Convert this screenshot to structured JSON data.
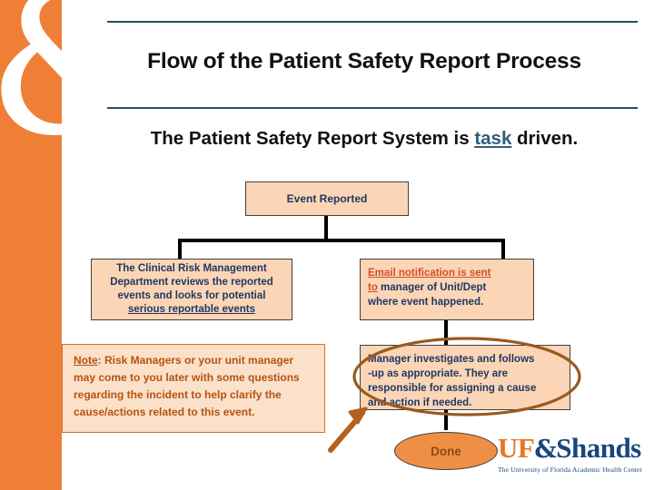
{
  "slide": {
    "title": "Flow of the Patient Safety Report Process",
    "subtitle_before": "The Patient Safety Report System is ",
    "subtitle_keyword": "task",
    "subtitle_after": " driven."
  },
  "colors": {
    "brand_orange": "#ef7f37",
    "rule_teal": "#1f5361",
    "box_fill_peach": "#fbd5b5",
    "box_text_navy": "#1f3864",
    "note_text_brown": "#b4540f",
    "note_border_orange": "#d2702a",
    "link_orange": "#d0502a",
    "keyword_blue": "#2e5d7d",
    "done_fill": "#ef8f46",
    "done_text": "#8c4a16",
    "logo_orange": "#e77726",
    "logo_blue": "#17467c",
    "annotation_brown": "#9a5a1e"
  },
  "flow": {
    "event_box": {
      "label": "Event Reported"
    },
    "crm_box": {
      "line1": "The Clinical Risk Management",
      "line2": "Department reviews the reported",
      "line3": "events and looks for potential",
      "line4_underlined": "serious reportable events"
    },
    "email_box": {
      "link_part1": "Email notification is sent",
      "link_part2": "to",
      "rest1": " manager of Unit/Dept",
      "rest2": "where event happened."
    },
    "note_box": {
      "label_underlined": "Note",
      "text": ":  Risk Managers or your unit manager may come to you later with some questions regarding the incident to help clarify the cause/actions related to this event."
    },
    "manager_box": {
      "line1": "Manager investigates and follows",
      "line2": "-up as appropriate. They are",
      "line3": "responsible for assigning a cause",
      "line4": "and action if needed."
    },
    "done_button": {
      "label": "Done"
    }
  },
  "annotations": {
    "ellipse_name": "hand-drawn-ellipse-around-manager-box",
    "arrow_name": "hand-drawn-arrow-from-note-to-manager"
  },
  "logo": {
    "uf": "UF",
    "ampersand": "&",
    "shands": "Shands",
    "tagline": "The University of Florida Academic Health Center"
  },
  "decor": {
    "ampersand_glyph": "&"
  }
}
